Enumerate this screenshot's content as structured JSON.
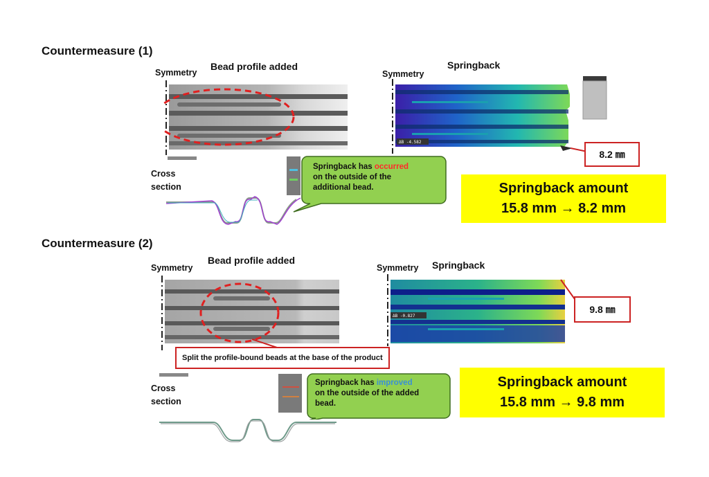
{
  "countermeasure1": {
    "heading": "Countermeasure (1)",
    "left_symmetry": "Symmetry",
    "left_title": "Bead profile added",
    "right_symmetry": "Symmetry",
    "right_title": "Springback",
    "cross_section_line1": "Cross",
    "cross_section_line2": "section",
    "bubble": {
      "prefix": "Springback has ",
      "highlight": "occurred",
      "highlight_color": "#ff2a2a",
      "line2": "on the outside of the",
      "line3": "additional bead."
    },
    "value_box": "8.2 ㎜",
    "contour_readout": "ΔB -4.582",
    "amount_title": "Springback amount",
    "amount_value": "15.8 mm → 8.2 mm"
  },
  "countermeasure2": {
    "heading": "Countermeasure (2)",
    "left_symmetry": "Symmetry",
    "left_title": "Bead profile added",
    "right_symmetry": "Symmetry",
    "right_title": "Springback",
    "note": "Split the profile-bound beads at the base of the product",
    "cross_section_line1": "Cross",
    "cross_section_line2": "section",
    "bubble": {
      "prefix": "Springback has ",
      "highlight": "improved",
      "highlight_color": "#3a8fd6",
      "line2": "on the outside of the added",
      "line3": "bead."
    },
    "value_box": "9.8 ㎜",
    "contour_readout": "ΔB -0.827",
    "amount_title": "Springback amount",
    "amount_value": "15.8 mm → 9.8 mm"
  },
  "colors": {
    "accent_red": "#cc2222",
    "bubble_green": "#92d050",
    "yellow": "#ffff00"
  }
}
